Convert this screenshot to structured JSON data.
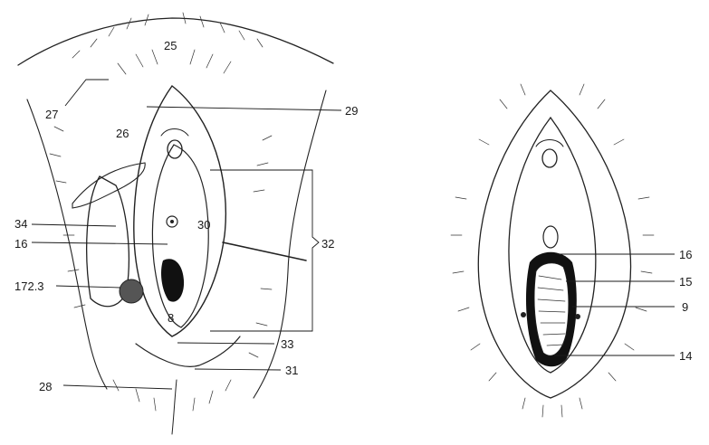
{
  "left_figure": {
    "labels": {
      "l25": "25",
      "l27": "27",
      "l29": "29",
      "l26": "26",
      "l34": "34",
      "l30": "30",
      "l16": "16",
      "l32": "32",
      "l172_3": "172.3",
      "l8": "8",
      "l33": "33",
      "l31": "31",
      "l28": "28"
    }
  },
  "right_figure": {
    "labels": {
      "l16": "16",
      "l15": "15",
      "l9": "9",
      "l14": "14"
    }
  }
}
